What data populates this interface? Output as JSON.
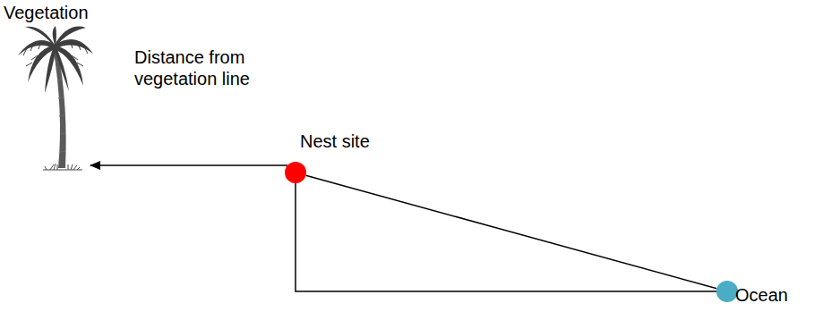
{
  "diagram": {
    "nodes": [
      {
        "text": [
          "Vegetation"
        ]
      },
      {
        "text": [
          "Nest site"
        ]
      },
      {
        "text": [
          "Ocean"
        ]
      }
    ],
    "edges": [
      {
        "from": 1,
        "to": 0,
        "arrow": "to",
        "label": "Distance from vegetation line"
      },
      {
        "from": 1,
        "to": 2,
        "arrow": "none"
      },
      {
        "from": 1,
        "to": 2,
        "arrow": "none"
      }
    ]
  }
}
